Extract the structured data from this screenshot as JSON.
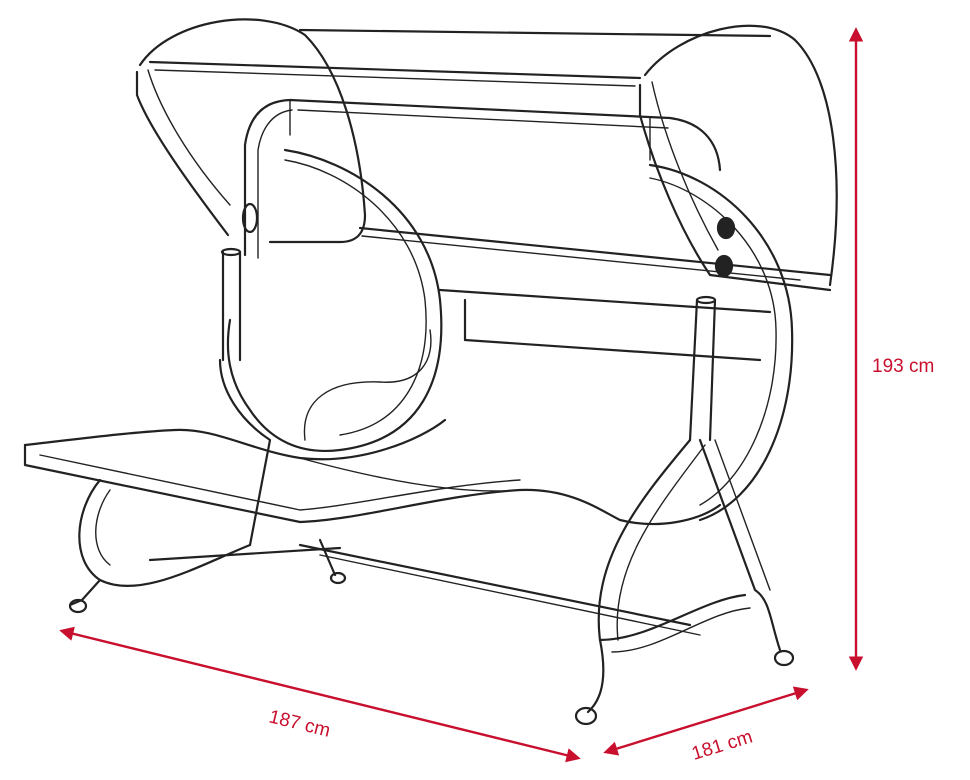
{
  "dimensions": {
    "height_label": "193 cm",
    "width_label": "187 cm",
    "depth_label": "181 cm"
  },
  "colors": {
    "dimension_line": "#c8102e",
    "dimension_text": "#c8102e",
    "drawing_stroke": "#222222"
  }
}
